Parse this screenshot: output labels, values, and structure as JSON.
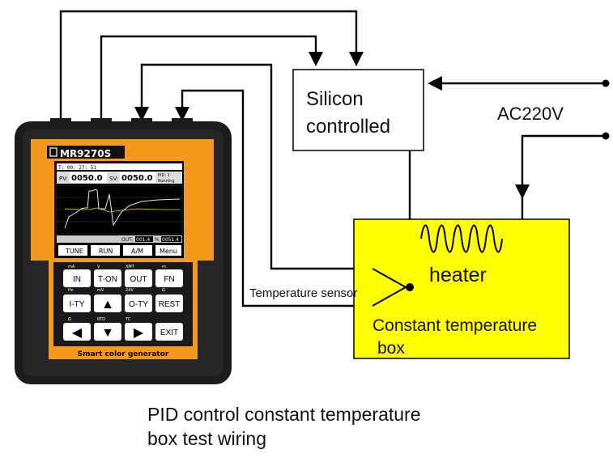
{
  "device": {
    "brand": "MR9270S",
    "time": "T: 00: 27: 51",
    "pv_label": "PV:",
    "pv_value": "0050.0",
    "sv_label": "SV:",
    "sv_value": "0050.0",
    "pid_status": "PID: 1",
    "run_status": "Running",
    "out_label": "OUT:",
    "out_value": "001.4",
    "pct_label": "%",
    "pct_value": "0051.4",
    "soft_keys": [
      "TUNE",
      "RUN",
      "A/M",
      "Menu"
    ],
    "keys": [
      "IN",
      "T-ON",
      "OUT",
      "FN",
      "I-TY",
      "▲",
      "O-TY",
      "REST",
      "◀",
      "▼",
      "▶",
      "EXIT"
    ],
    "key_hints_row1": [
      "mA",
      "V",
      "XMT",
      "m"
    ],
    "key_hints_row2": [
      "Hz",
      "mV",
      "24V",
      "Ω"
    ],
    "key_hints_row3": [
      "Ω",
      "RTD",
      "TC"
    ],
    "footer": "Smart color generator"
  },
  "scr_box": {
    "line1": "Silicon",
    "line2": "controlled"
  },
  "ac_label": "AC220V",
  "heater_label": "heater",
  "sensor_label": "Temperature sensor",
  "box_label": {
    "line1": "Constant temperature",
    "line2": "box"
  },
  "caption": {
    "line1": "PID control constant temperature",
    "line2": "box test wiring"
  },
  "colors": {
    "box_yellow": "#ffff00",
    "device_orange": "#f39a1e",
    "device_body": "#1c1c1c",
    "wire": "#000000"
  }
}
